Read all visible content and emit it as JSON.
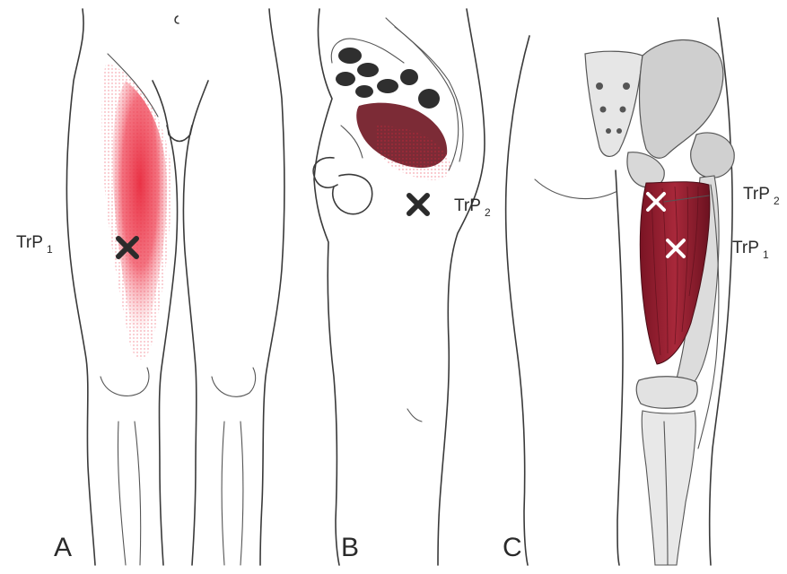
{
  "panels": [
    {
      "letter": "A",
      "trigger_label": "TrP",
      "trigger_sub": "1"
    },
    {
      "letter": "B",
      "trigger_label": "TrP",
      "trigger_sub": "2"
    },
    {
      "letter": "C",
      "trigger_labels": [
        {
          "label": "TrP",
          "sub": "2"
        },
        {
          "label": "TrP",
          "sub": "1"
        }
      ]
    }
  ],
  "colors": {
    "referred_pain": "#e8283c",
    "muscle": "#8b1a2b",
    "marker_dark": "#2b2b2b",
    "marker_light": "#ffffff",
    "bone": "#9a9a9a"
  },
  "icons": [
    "x-marker-icon"
  ]
}
